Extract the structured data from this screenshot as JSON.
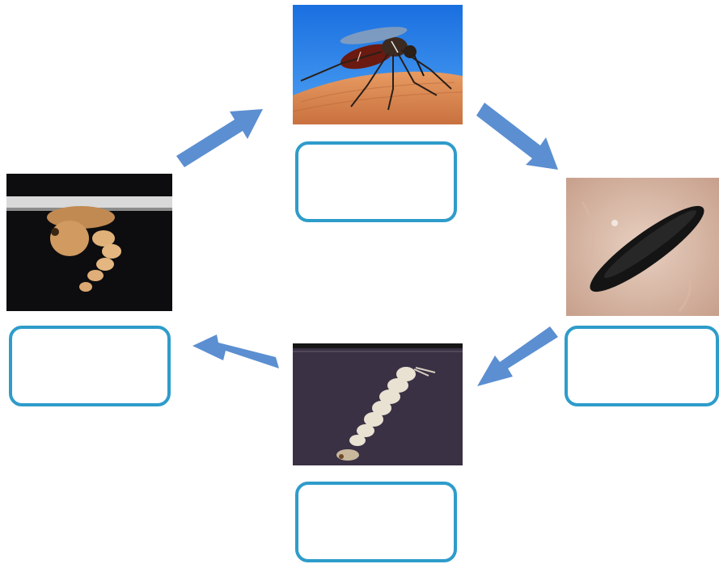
{
  "diagram": {
    "stages": [
      {
        "id": "adult",
        "picture": "adult-mosquito-on-skin",
        "label": ""
      },
      {
        "id": "egg",
        "picture": "mosquito-egg",
        "label": ""
      },
      {
        "id": "larva",
        "picture": "mosquito-larva-in-water",
        "label": ""
      },
      {
        "id": "pupa",
        "picture": "mosquito-pupa-at-water-surface",
        "label": ""
      }
    ],
    "arrow_color": "#5b8fd1",
    "box_border_color": "#2e9cca"
  }
}
